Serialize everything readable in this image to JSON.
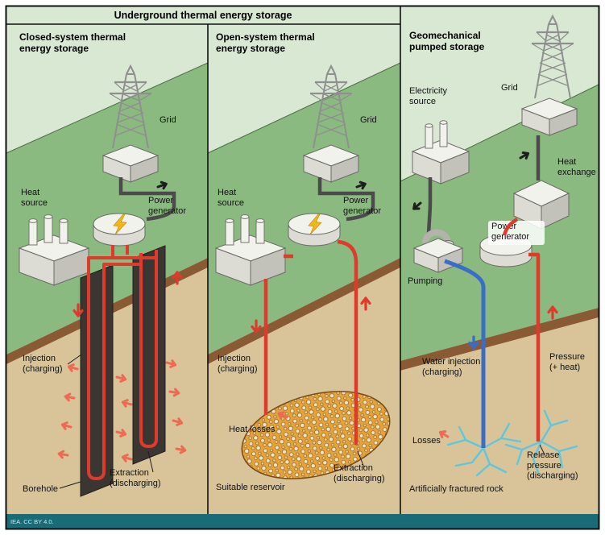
{
  "main_title": "Underground thermal energy storage",
  "footer": "IEA. CC BY 4.0.",
  "colors": {
    "sky": "#d9e8d2",
    "grass": "#8aba80",
    "grass_edge": "#4c6e45",
    "soil": "#d8c498",
    "soil_band": "#8a5a35",
    "borehole": "#3b3632",
    "hot": "#e03a2c",
    "cold": "#3a6cc8",
    "loss": "#ee6a55",
    "cable": "#4b4b4b",
    "fracture": "#5ec7de",
    "footer": "#1a6b78",
    "reservoir": "#e2a43f",
    "pebble": "#f3e3c0",
    "metal_light": "#f2f2ec",
    "metal_mid": "#dcdcd4",
    "metal_dark": "#c2c2ba",
    "pylon": "#8f8f8f",
    "bolt": "#f2b51c"
  },
  "panels": {
    "closed": {
      "title_lines": [
        "Closed-system thermal",
        "energy storage"
      ],
      "labels": {
        "grid": "Grid",
        "heat_source": [
          "Heat",
          "source"
        ],
        "power_generator": [
          "Power",
          "generator"
        ],
        "injection": [
          "Injection",
          "(charging)"
        ],
        "extraction": [
          "Extraction",
          "(discharging)"
        ],
        "borehole": "Borehole"
      }
    },
    "open": {
      "title_lines": [
        "Open-system thermal",
        "energy storage"
      ],
      "labels": {
        "grid": "Grid",
        "heat_source": [
          "Heat",
          "source"
        ],
        "power_generator": [
          "Power",
          "generator"
        ],
        "injection": [
          "Injection",
          "(charging)"
        ],
        "heat_losses": "Heat losses",
        "extraction": [
          "Extraction",
          "(discharging)"
        ],
        "suitable_reservoir": "Suitable reservoir"
      }
    },
    "geo": {
      "title_lines": [
        "Geomechanical",
        "pumped storage"
      ],
      "labels": {
        "electricity_source": [
          "Electricity",
          "source"
        ],
        "grid": "Grid",
        "heat_exchange": [
          "Heat",
          "exchange"
        ],
        "power_generator": [
          "Power",
          "generator"
        ],
        "pumping": "Pumping",
        "water_injection": [
          "Water injection",
          "(charging)"
        ],
        "pressure": [
          "Pressure",
          "(+ heat)"
        ],
        "losses": "Losses",
        "release": [
          "Release",
          "pressure",
          "(discharging)"
        ],
        "fractured_rock": "Artificially fractured rock"
      }
    }
  }
}
